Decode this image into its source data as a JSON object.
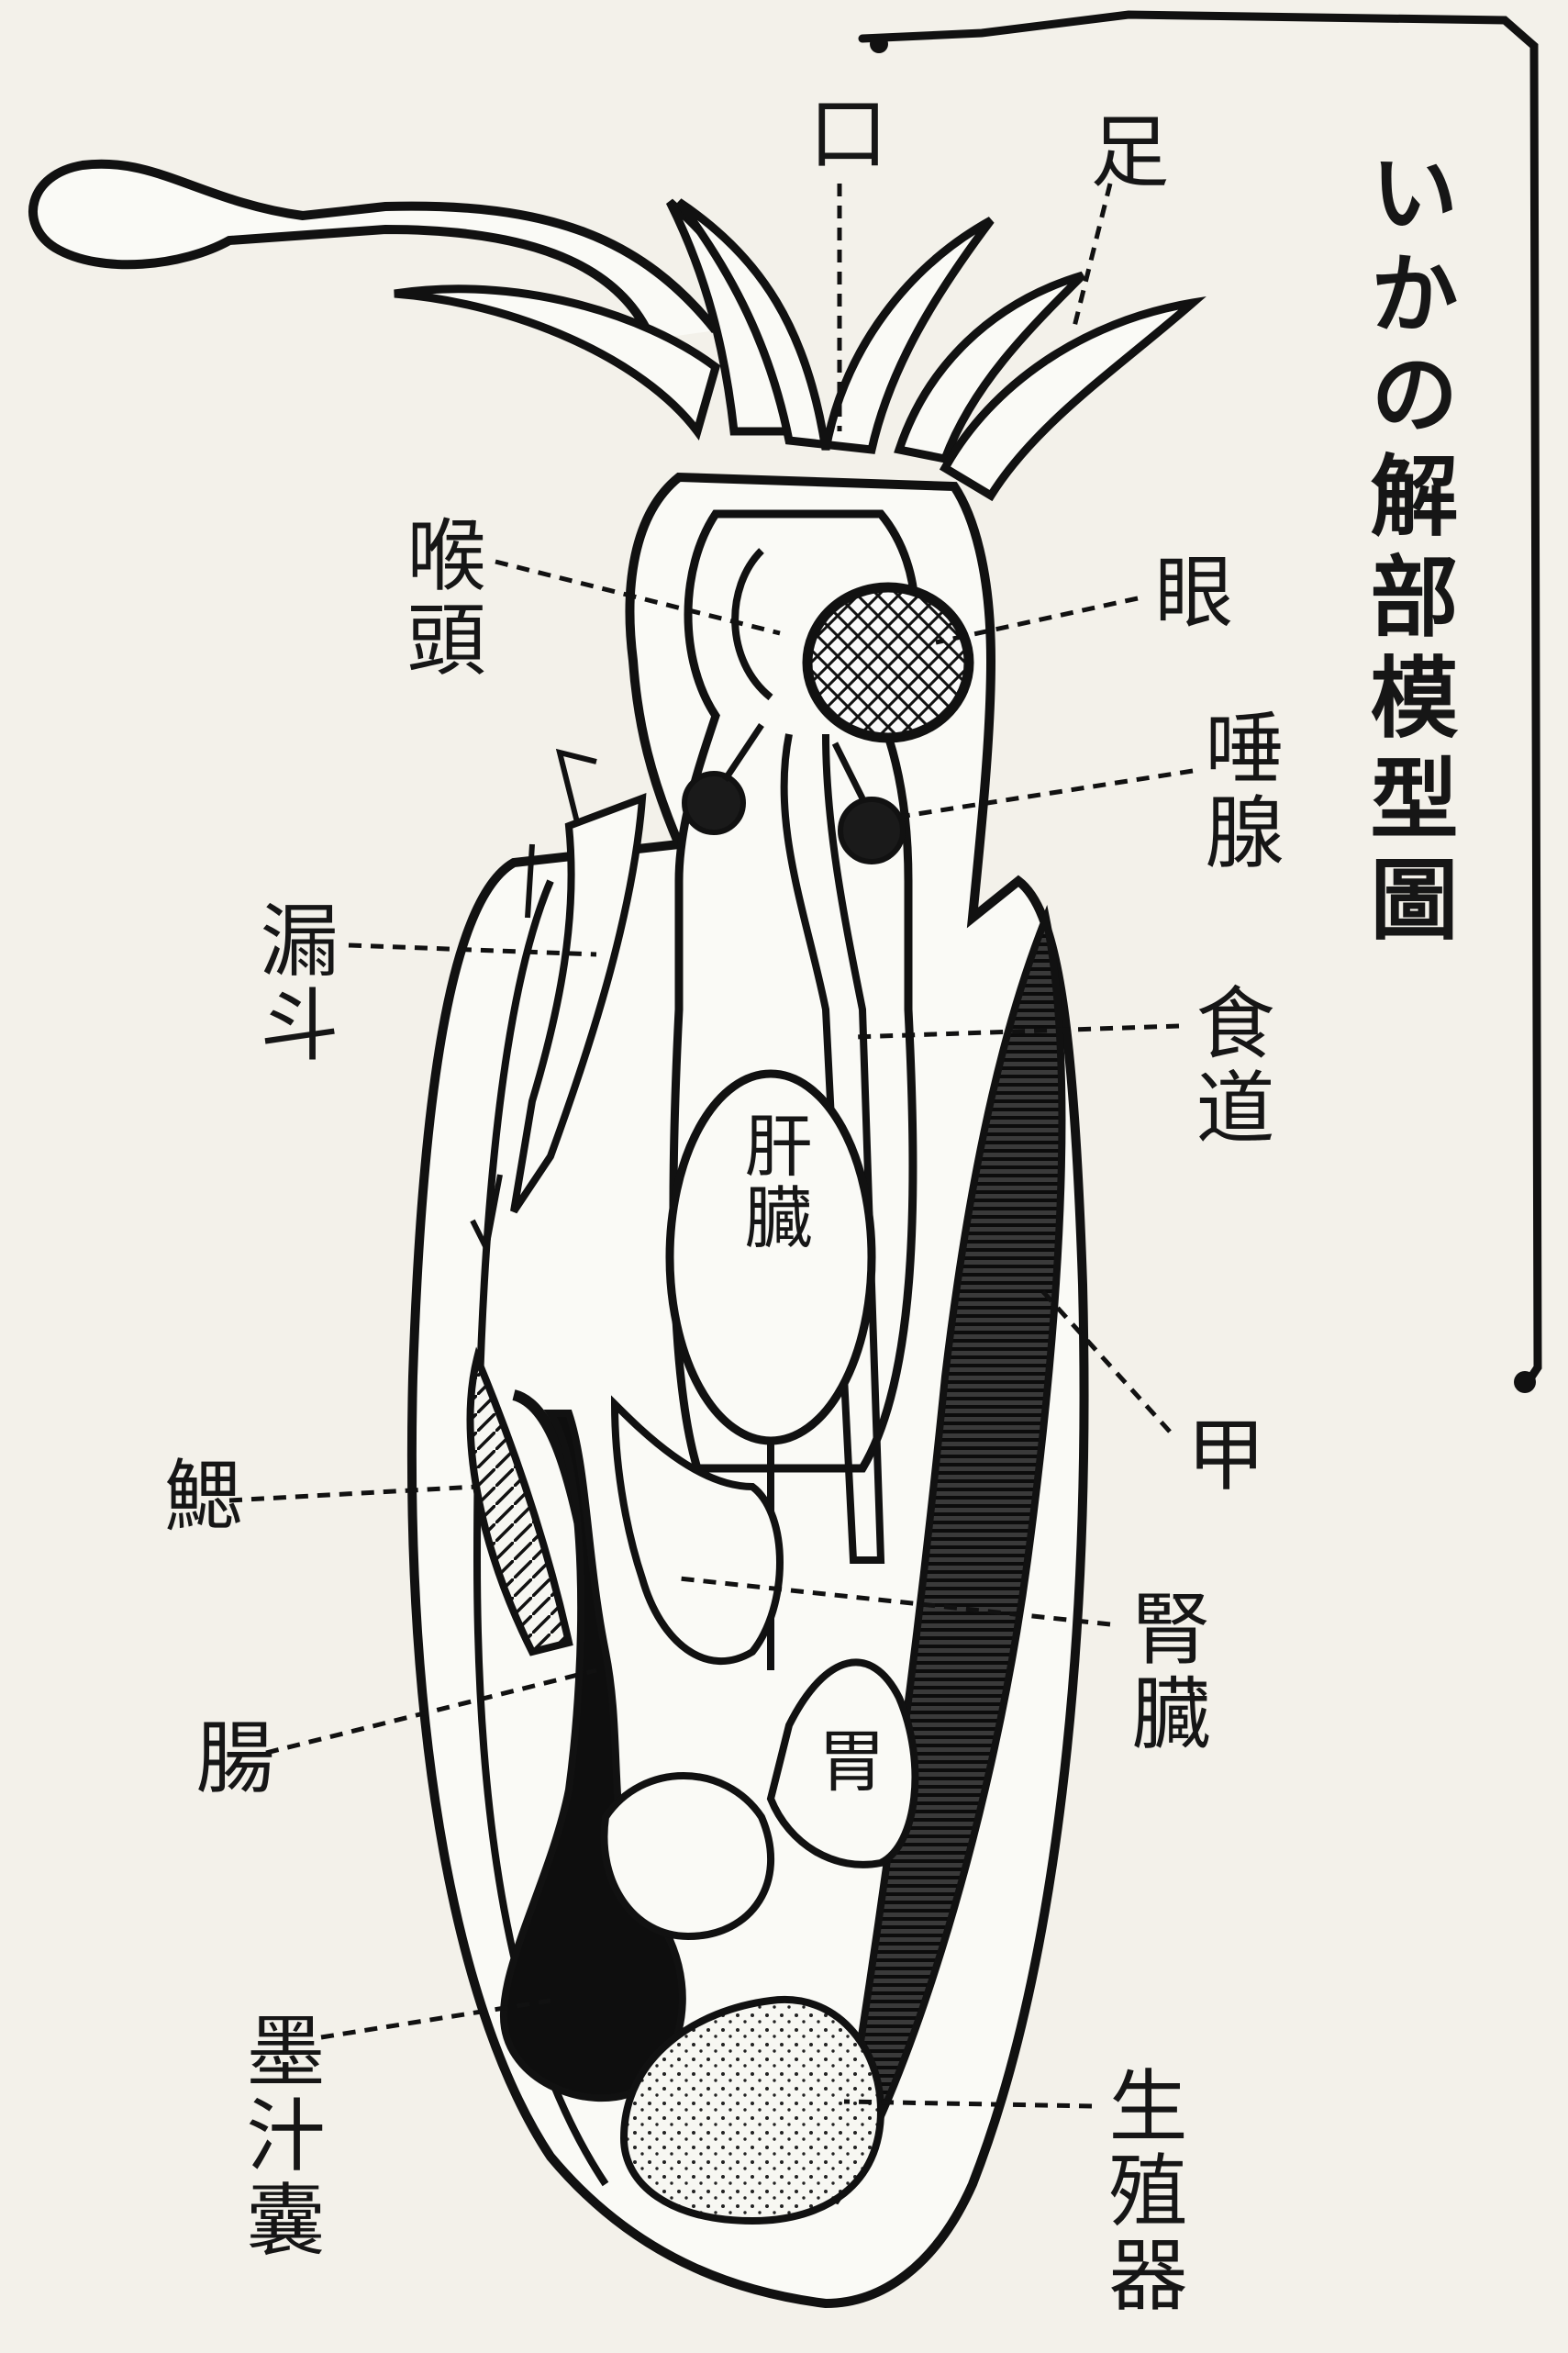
{
  "title": "いかの解部模型圖",
  "labels": {
    "mouth": "口",
    "foot": "足",
    "pharynx": "喉頭",
    "eye": "眼",
    "salivary_gland": "唾腺",
    "funnel": "漏斗",
    "esophagus": "食道",
    "liver": "肝臓",
    "shell": "甲",
    "gill": "鰓",
    "kidney": "腎臓",
    "intestine": "腸",
    "stomach": "胃",
    "ink_sac": "墨汁囊",
    "reproductive_organ": "生殖器"
  }
}
